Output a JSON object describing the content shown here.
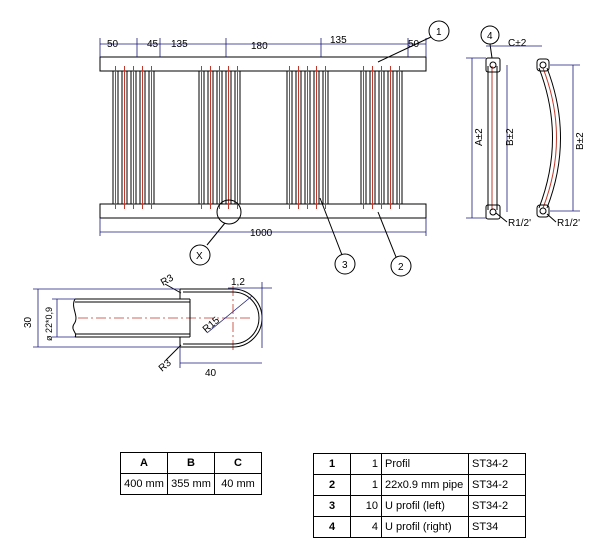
{
  "front_view": {
    "dims_top": [
      "50",
      "45",
      "135",
      "180",
      "135",
      "50"
    ],
    "dim_bottom": "1000",
    "callouts": [
      "1",
      "2",
      "3",
      "X"
    ]
  },
  "side_view": {
    "callout": "4",
    "labels": [
      "C±2",
      "A±2",
      "B±2",
      "B±2",
      "R1/2'",
      "R1/2'"
    ]
  },
  "detail_view": {
    "labels": [
      "R3",
      "R3",
      "1,2",
      "R15",
      "30",
      "ø 22*0,9",
      "40"
    ]
  },
  "dimensions_table": {
    "headers": [
      "A",
      "B",
      "C"
    ],
    "values": [
      "400 mm",
      "355 mm",
      "40 mm"
    ]
  },
  "parts_table": [
    {
      "no": "1",
      "qty": "1",
      "desc": "Profil",
      "mat": "ST34-2"
    },
    {
      "no": "2",
      "qty": "1",
      "desc": "22x0.9 mm pipe",
      "mat": "ST34-2"
    },
    {
      "no": "3",
      "qty": "10",
      "desc": "U profil (left)",
      "mat": "ST34-2"
    },
    {
      "no": "4",
      "qty": "4",
      "desc": "U profil (right)",
      "mat": "ST34"
    }
  ]
}
